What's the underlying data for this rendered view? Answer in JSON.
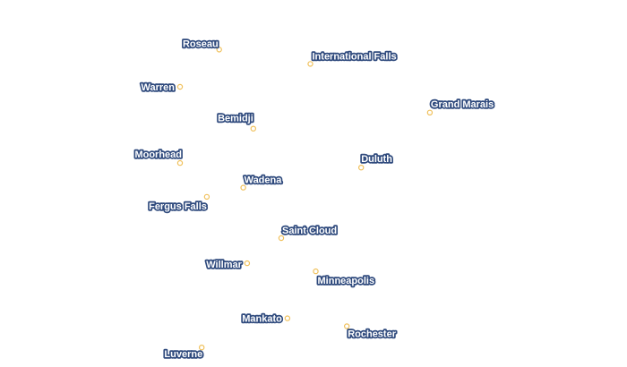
{
  "map": {
    "markerColor": "#f0c05a",
    "labelTextColor": "#ffffff",
    "labelHaloColor": "#2f4a7d",
    "cities": [
      {
        "id": "roseau",
        "name": "Roseau",
        "lat": 48.85,
        "lon": -95.76
      },
      {
        "id": "international-falls",
        "name": "International Falls",
        "lat": 48.6,
        "lon": -93.41
      },
      {
        "id": "warren",
        "name": "Warren",
        "lat": 48.2,
        "lon": -96.77
      },
      {
        "id": "grand-marais",
        "name": "Grand Marais",
        "lat": 47.75,
        "lon": -90.33
      },
      {
        "id": "bemidji",
        "name": "Bemidji",
        "lat": 47.47,
        "lon": -94.88
      },
      {
        "id": "moorhead",
        "name": "Moorhead",
        "lat": 46.87,
        "lon": -96.77
      },
      {
        "id": "duluth",
        "name": "Duluth",
        "lat": 46.79,
        "lon": -92.1
      },
      {
        "id": "wadena",
        "name": "Wadena",
        "lat": 46.44,
        "lon": -95.14
      },
      {
        "id": "fergus-falls",
        "name": "Fergus Falls",
        "lat": 46.28,
        "lon": -96.08
      },
      {
        "id": "saint-cloud",
        "name": "Saint Cloud",
        "lat": 45.56,
        "lon": -94.16
      },
      {
        "id": "willmar",
        "name": "Willmar",
        "lat": 45.12,
        "lon": -95.04
      },
      {
        "id": "minneapolis",
        "name": "Minneapolis",
        "lat": 44.98,
        "lon": -93.27
      },
      {
        "id": "mankato",
        "name": "Mankato",
        "lat": 44.16,
        "lon": -94.0
      },
      {
        "id": "rochester",
        "name": "Rochester",
        "lat": 44.02,
        "lon": -92.47
      },
      {
        "id": "luverne",
        "name": "Luverne",
        "lat": 43.65,
        "lon": -96.21
      }
    ]
  }
}
